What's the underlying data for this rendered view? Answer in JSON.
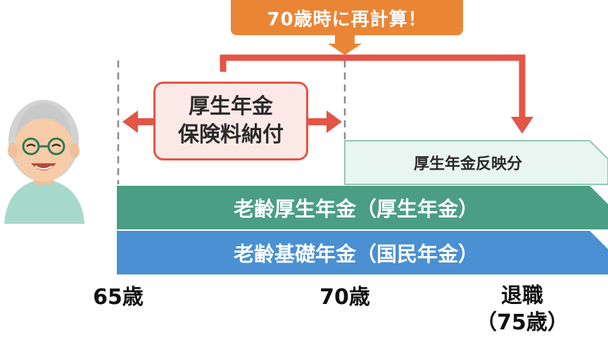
{
  "callout": {
    "text": "70歳時に再計算！"
  },
  "payment": {
    "line1": "厚生年金",
    "line2": "保険料納付"
  },
  "reflect": {
    "label": "厚生年金反映分"
  },
  "bars": {
    "employees_pension": "老齢厚生年金（厚生年金）",
    "basic_pension": "老齢基礎年金（国民年金）"
  },
  "ages": {
    "age65": "65歳",
    "age70": "70歳",
    "retire_line1": "退職",
    "retire_line2": "（75歳）"
  },
  "colors": {
    "orange": "#ea8535",
    "red": "#e35546",
    "green_bar": "#4a9e84",
    "blue_bar": "#4a90d2",
    "reflect_fill": "#e9f5f1",
    "reflect_border": "#8fc9b3"
  },
  "icons": {
    "person": "elderly-man-icon"
  }
}
